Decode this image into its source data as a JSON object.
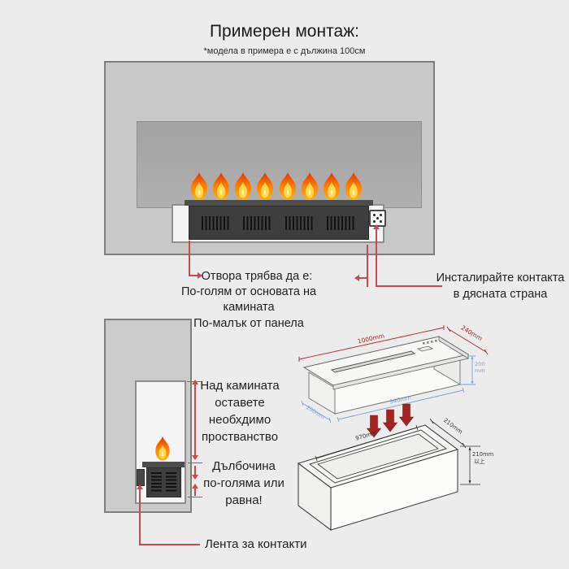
{
  "header": {
    "title": "Примерен монтаж:",
    "subtitle": "*модела в примера е с дължина 100см"
  },
  "annotations": {
    "opening": {
      "line1": "Отвора трябва да е:",
      "line2": "По-голям от основата на",
      "line3": "камината",
      "line4": "По-малък от панела"
    },
    "socket": {
      "line1": "Инсталирайте контакта",
      "line2": "в дясната страна"
    },
    "clearance": {
      "line1": "Над камината",
      "line2": "оставете",
      "line3": "необхдимо",
      "line4": "простванство"
    },
    "depth": {
      "line1": "Дълбочина",
      "line2": "по-голяма или",
      "line3": "равна!"
    },
    "contact_strip": {
      "label": "Лента за контакти"
    }
  },
  "burner_drawing": {
    "dim_length_top": "1000mm",
    "dim_depth_top": "240mm",
    "dim_height_value": "200",
    "dim_height_unit": "mm",
    "dim_length_bottom": "940mm",
    "dim_depth_bottom": "200mm"
  },
  "niche_drawing": {
    "dim_length": "970mm",
    "dim_depth": "210mm",
    "dim_height": "210mm",
    "dim_height_note": "以上"
  },
  "colors": {
    "annotation_red": "#c64a4e",
    "dimension_red": "#b32222",
    "dimension_blue": "#7aa3d4",
    "flame_orange": "#ff7e00",
    "flame_yellow": "#ffd84d"
  }
}
